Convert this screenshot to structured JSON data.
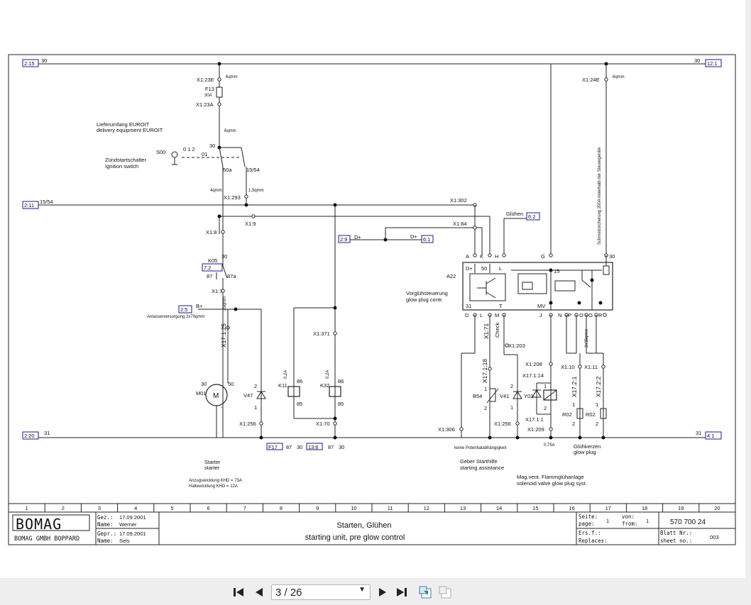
{
  "diagram": {
    "refs": {
      "left_top": "2:15",
      "right_top": "12:1",
      "left_1554": "2:11",
      "left_bottom": "2:20",
      "right_bottom": "4:1",
      "d_plus_in": "2:9",
      "d_plus_out": "6:1",
      "gluhen": "6:2",
      "kos": "7:2",
      "b_plus": "2:5",
      "ref_f17": "F17",
      "ref_87": "87",
      "ref_30": "30",
      "ref_136": "13:6"
    },
    "rails": {
      "r30": "30",
      "r3054": "30",
      "r1554": "15/54",
      "r31": "31",
      "r31r": "31"
    },
    "terminals": {
      "x123e": "X1:23E",
      "x124e": "X1:24E",
      "f13": "F13",
      "f13_amp": "30A",
      "x123a": "X1:23A",
      "x1293": "X1:293",
      "x19": "X1:9",
      "x18": "X1:8",
      "x17": "X1:7",
      "x1302": "X1:302",
      "x184": "X1:84",
      "x1371": "X1:371",
      "x1203": "X1:203",
      "x1208": "X1:208",
      "x17114": "X17.1:14",
      "x1110": "X1:10",
      "x1111": "X1:11",
      "x1256a": "X1:256",
      "x1256b": "X1:256",
      "x170": "X1:70",
      "x1306": "X1:306",
      "x17111": "X17.1:1",
      "x1209": "X1:209",
      "x17125": "X17.1:25",
      "x17118": "X17.1:18",
      "x1171": "X1:71",
      "x17121": "X17.2:1",
      "x17122": "X17.2:2"
    },
    "wire_sizes": {
      "w6a": "6qmm",
      "w6b": "6qmm",
      "w6c": "6qmm",
      "w4": "4qmm",
      "w15": "1,5qmm",
      "w25": "25qmm",
      "w075": "0,75A",
      "w35": "2x35qmm"
    },
    "labels": {
      "lieferumfang_de": "Lieferumfang EUROIT",
      "lieferumfang_en": "delivery equipment EUROIT",
      "zund_de": "Zündstartschalter",
      "zund_en": "Ignition switch",
      "s00": "S00",
      "sw_pos": "0 1 2",
      "sw_01": "01",
      "sw_30": "30",
      "sw_50a": "50a",
      "sw_1554": "15/54",
      "k05": "K05",
      "k05_30": "30",
      "k05_87": "87",
      "k05_87a": "87a",
      "bplus": "B+",
      "anlasser_note": "Anlasserversorgung 2x70qmm",
      "m01": "M01",
      "m": "M",
      "m30": "30",
      "m50": "50",
      "mminus": "-",
      "v47": "V47",
      "v47_2": "2",
      "v47_1": "1",
      "k11": "K11",
      "k11_86": "86",
      "k11_85": "85",
      "k11_amp": "0,2A",
      "k32": "K32",
      "k32_86": "86",
      "k32_85": "85",
      "k32_amp": "0,2A",
      "a22": "A22",
      "vorgl_de": "Vorglühsteuerung",
      "vorgl_en": "glow plug contr.",
      "pin_a": "A",
      "pin_k": "K",
      "pin_h": "H",
      "pin_g": "G",
      "pin_30": "30",
      "pin_dplus": "D+",
      "pin_50": "50",
      "pin_l": "L",
      "pin_15": "15",
      "pin_31": "31",
      "pin_t": "T",
      "pin_mv": "MV",
      "pin_d": "D",
      "pin_l2": "L",
      "pin_m": "M",
      "pin_j": "J",
      "pin_n": "N",
      "pin_o": "O",
      "pin_p": "P",
      "pin_o2": "O",
      "pin_r": "R",
      "d_plus": "D+",
      "d_plus2": "D+",
      "gluhen": "Glühen",
      "check": "Check",
      "b54": "B54",
      "b54_1": "1",
      "b54_2": "2",
      "v41": "V41",
      "v41_2": "2",
      "v41_1": "1",
      "y02": "Y02",
      "y02_1": "1",
      "y02_2": "2",
      "r02a": "R02",
      "r02b": "R02",
      "r1": "1",
      "r2": "2",
      "r3": "1",
      "r4": "2",
      "schutz_note": "Schmelzsicherung 200A innerhalb der Steuergeräte",
      "starter_de": "Starter",
      "starter_en": "starter",
      "ausg1": "Anzugswicklung KHD = 73A",
      "ausg2": "Haltewicklung KHD = 12A",
      "potential": "keine Potentialabhängigkeit",
      "geber_de": "Geber Starthilfe",
      "geber_en": "starting assistance",
      "magvent_de": "Mag.vent. Flammglühanlage",
      "magvent_en": "solenoid valve glow plug syst.",
      "gluhk_de": "Glühkerzen",
      "gluhk_en": "glow plug"
    },
    "columns": [
      "1",
      "2",
      "3",
      "4",
      "5",
      "6",
      "7",
      "8",
      "9",
      "10",
      "11",
      "12",
      "13",
      "14",
      "15",
      "16",
      "17",
      "18",
      "19",
      "20"
    ]
  },
  "titleblock": {
    "logo": "BOMAG",
    "company": "BOMAG GMBH BOPPARD",
    "gez_label": "Gez.:",
    "gez_date": "17.09.2001",
    "name1_label": "Name:",
    "name1": "Werner",
    "gepr_label": "Gepr.:",
    "gepr_date": "17.09.2001",
    "name2_label": "Name:",
    "name2": "Sels",
    "title_de": "Starten, Glühen",
    "title_en": "starting unit, pre glow control",
    "seite_label": "Seite:",
    "page_label": "page:",
    "page_num": "1",
    "von_label": "von:",
    "from_label": "from:",
    "from_num": "1",
    "drawing_no": "570 700 24",
    "ers_label": "Ers.f.:",
    "repl_label": "Replaces:",
    "blatt_label": "Blatt Nr.:",
    "sheet_label": "sheet no.:",
    "sheet_no": "003"
  },
  "toolbar": {
    "page_indicator": "3 / 26"
  }
}
